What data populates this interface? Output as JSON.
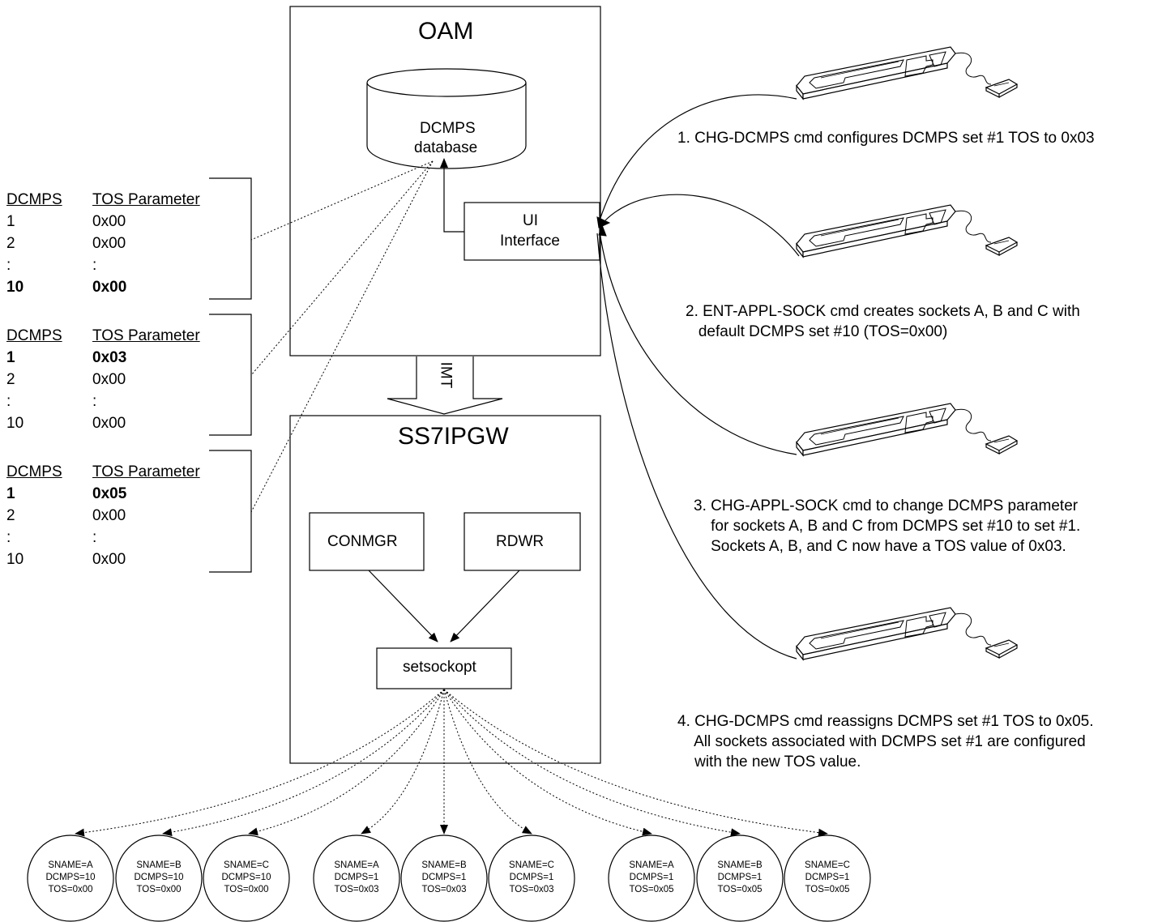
{
  "oam": {
    "title": "OAM",
    "database_label_1": "DCMPS",
    "database_label_2": "database",
    "ui_label_1": "UI",
    "ui_label_2": "Interface"
  },
  "imt_label": "IMT",
  "ss7ipgw": {
    "title": "SS7IPGW",
    "conmgr": "CONMGR",
    "rdwr": "RDWR",
    "setsockopt": "setsockopt"
  },
  "tables": [
    {
      "headers": [
        "DCMPS",
        "TOS Parameter"
      ],
      "rows": [
        {
          "a": "1",
          "b": "0x00",
          "bold": false
        },
        {
          "a": "2",
          "b": "0x00",
          "bold": false
        },
        {
          "a": ":",
          "b": ":",
          "bold": false
        },
        {
          "a": "10",
          "b": "0x00",
          "bold": true
        }
      ]
    },
    {
      "headers": [
        "DCMPS",
        "TOS Parameter"
      ],
      "rows": [
        {
          "a": "1",
          "b": "0x03",
          "bold": true
        },
        {
          "a": "2",
          "b": "0x00",
          "bold": false
        },
        {
          "a": ":",
          "b": ":",
          "bold": false
        },
        {
          "a": "10",
          "b": "0x00",
          "bold": false
        }
      ]
    },
    {
      "headers": [
        "DCMPS",
        "TOS Parameter"
      ],
      "rows": [
        {
          "a": "1",
          "b": "0x05",
          "bold": true
        },
        {
          "a": "2",
          "b": "0x00",
          "bold": false
        },
        {
          "a": ":",
          "b": ":",
          "bold": false
        },
        {
          "a": "10",
          "b": "0x00",
          "bold": false
        }
      ]
    }
  ],
  "steps": [
    {
      "lines": [
        "1. CHG-DCMPS cmd configures DCMPS set #1 TOS to 0x03"
      ]
    },
    {
      "lines": [
        "2. ENT-APPL-SOCK cmd creates sockets A, B and C with",
        "   default DCMPS set #10 (TOS=0x00)"
      ]
    },
    {
      "lines": [
        "3. CHG-APPL-SOCK cmd to change DCMPS parameter",
        "    for sockets A, B and C from DCMPS set #10 to set #1.",
        "    Sockets A, B, and C now have a TOS value of 0x03."
      ]
    },
    {
      "lines": [
        "4. CHG-DCMPS cmd reassigns DCMPS set #1 TOS to 0x05.",
        "    All sockets associated with DCMPS set #1 are configured",
        "    with the new TOS value."
      ]
    }
  ],
  "sockets": [
    {
      "sname": "SNAME=A",
      "dcmps": "DCMPS=10",
      "tos": "TOS=0x00"
    },
    {
      "sname": "SNAME=B",
      "dcmps": "DCMPS=10",
      "tos": "TOS=0x00"
    },
    {
      "sname": "SNAME=C",
      "dcmps": "DCMPS=10",
      "tos": "TOS=0x00"
    },
    {
      "sname": "SNAME=A",
      "dcmps": "DCMPS=1",
      "tos": "TOS=0x03"
    },
    {
      "sname": "SNAME=B",
      "dcmps": "DCMPS=1",
      "tos": "TOS=0x03"
    },
    {
      "sname": "SNAME=C",
      "dcmps": "DCMPS=1",
      "tos": "TOS=0x03"
    },
    {
      "sname": "SNAME=A",
      "dcmps": "DCMPS=1",
      "tos": "TOS=0x05"
    },
    {
      "sname": "SNAME=B",
      "dcmps": "DCMPS=1",
      "tos": "TOS=0x05"
    },
    {
      "sname": "SNAME=C",
      "dcmps": "DCMPS=1",
      "tos": "TOS=0x05"
    }
  ]
}
